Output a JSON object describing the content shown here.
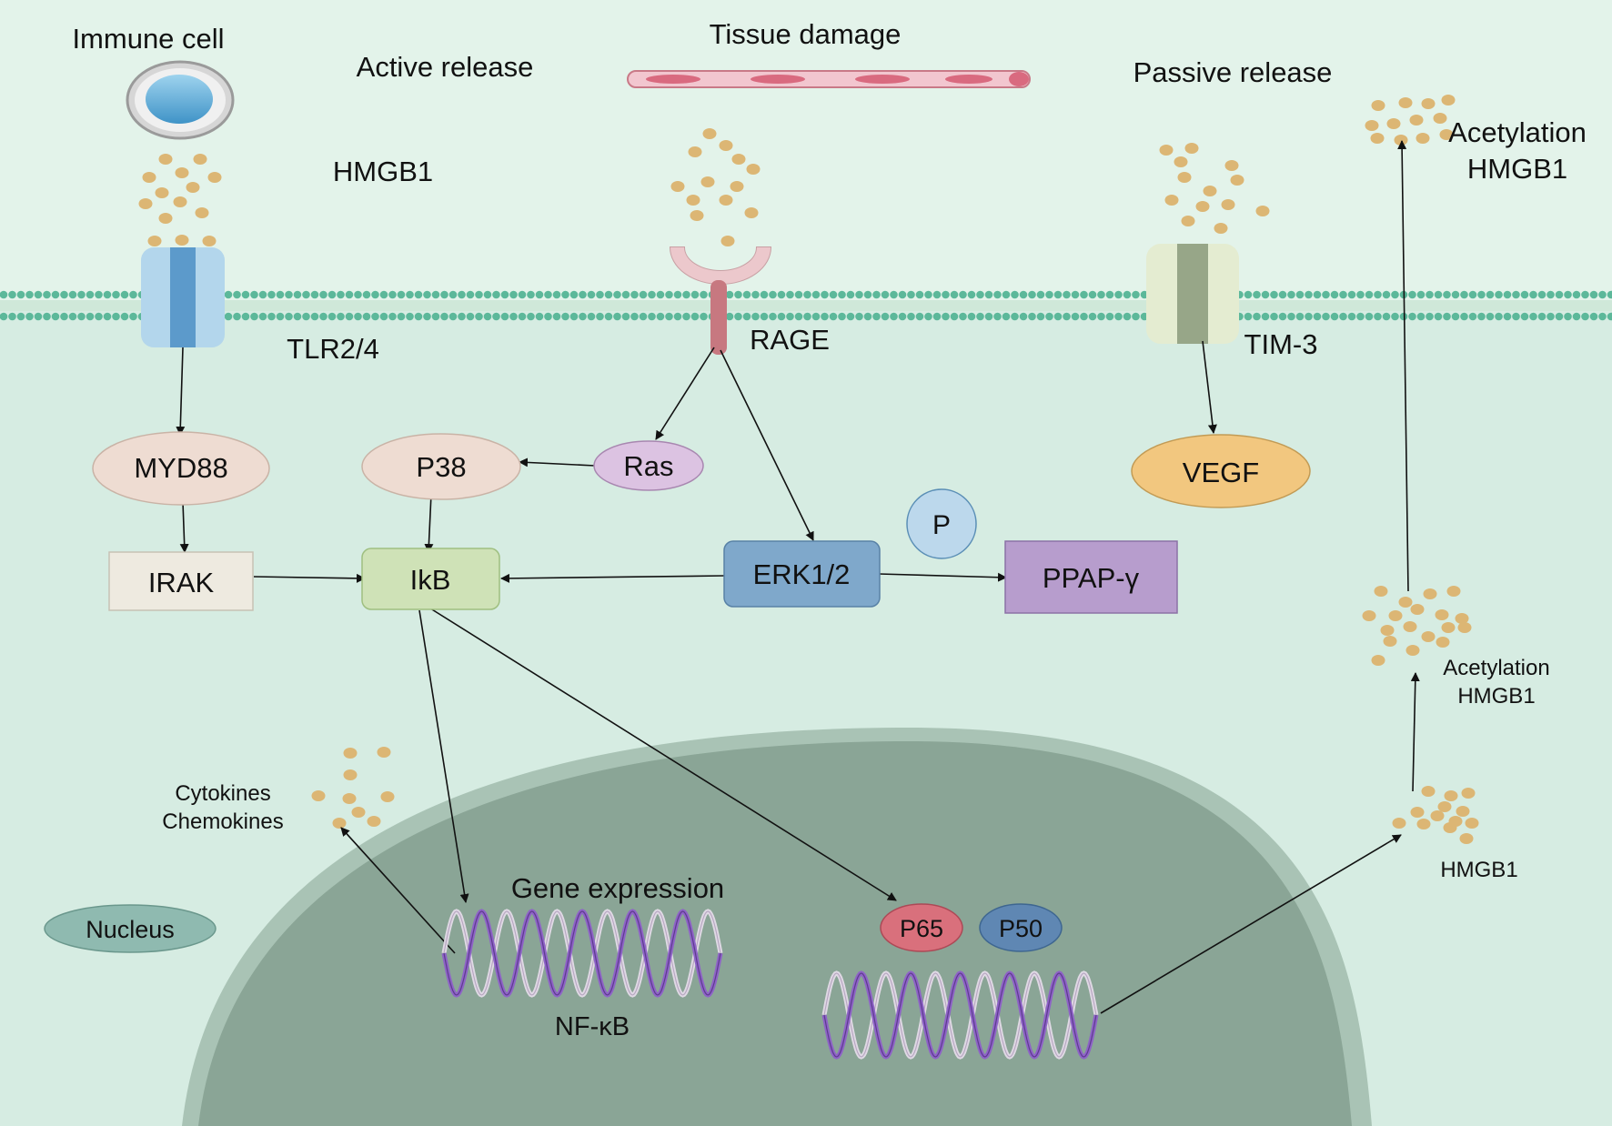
{
  "labels": {
    "immune_cell": "Immune cell",
    "active_release": "Active release",
    "tissue_damage": "Tissue damage",
    "passive_release": "Passive release",
    "hmgb1_top": "HMGB1",
    "acetylation_top_1": "Acetylation",
    "acetylation_top_2": "HMGB1",
    "tlr": "TLR2/4",
    "rage": "RAGE",
    "tim3": "TIM-3",
    "cytokines": "Cytokines",
    "chemokines": "Chemokines",
    "acetylation_mid_1": "Acetylation",
    "acetylation_mid_2": "HMGB1",
    "hmgb1_low": "HMGB1",
    "gene_expression": "Gene expression",
    "nfkb": "NF-κB"
  },
  "nodes": {
    "myd88": "MYD88",
    "p38": "P38",
    "ras": "Ras",
    "vegf": "VEGF",
    "p": "P",
    "irak": "IRAK",
    "ikb": "IkB",
    "erk": "ERK1/2",
    "ppap": "PPAP-γ",
    "nucleus": "Nucleus",
    "p65": "P65",
    "p50": "P50"
  },
  "colors": {
    "background": "#e3f3ea",
    "cytoplasm": "#d6ece2",
    "membrane": "#5cb89a",
    "nucleus": "#8aa596",
    "hmgb1_dot": "#dcb674",
    "myd88": "#eedcd2",
    "p38": "#eedcd2",
    "ras": "#dcc3e2",
    "vegf": "#f2c77f",
    "p": "#bcd8ec",
    "irak": "#eeeae0",
    "ikb": "#cfe2b7",
    "erk": "#7fa8cb",
    "ppap": "#b79dcd",
    "nucleus_badge": "#8fbab0",
    "p65": "#d9707c",
    "p50": "#5f87b3"
  }
}
